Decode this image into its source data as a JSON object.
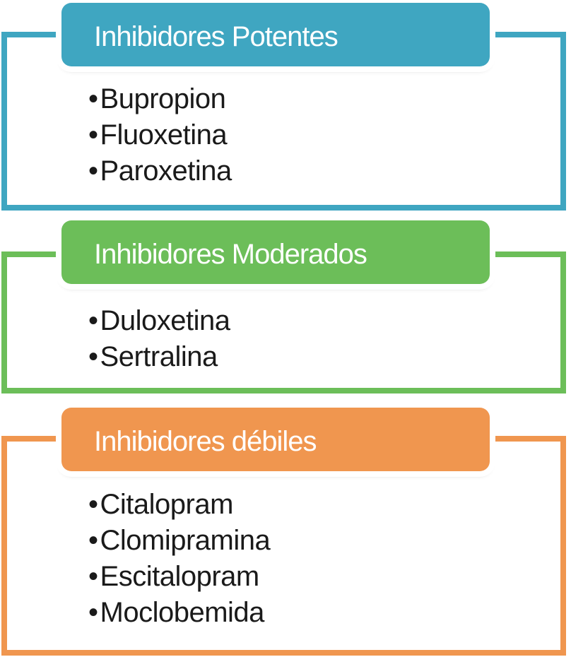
{
  "diagram": {
    "background": "#ffffff",
    "text_color": "#1a1a1a",
    "bullet_char": "•"
  },
  "sections": [
    {
      "title": "Inhibidores Potentes",
      "color": "#3FA6C1",
      "items": [
        "Bupropion",
        "Fluoxetina",
        "Paroxetina"
      ]
    },
    {
      "title": "Inhibidores Moderados",
      "color": "#6CBE59",
      "items": [
        "Duloxetina",
        "Sertralina"
      ]
    },
    {
      "title": "Inhibidores débiles",
      "color": "#F0964F",
      "items": [
        "Citalopram",
        "Clomipramina",
        "Escitalopram",
        "Moclobemida"
      ]
    }
  ]
}
